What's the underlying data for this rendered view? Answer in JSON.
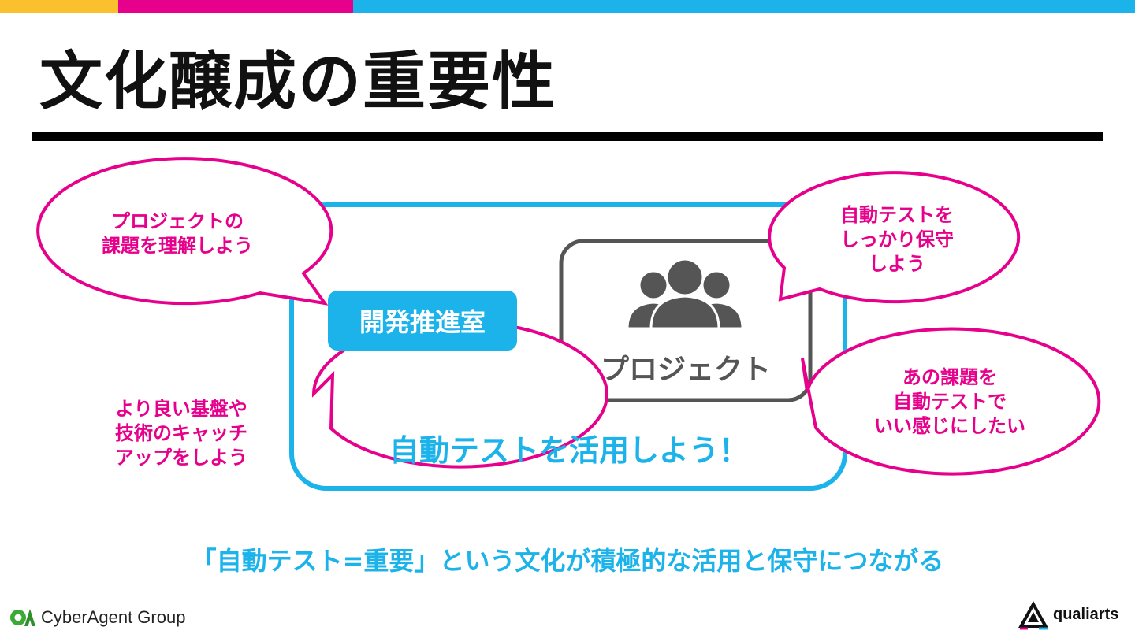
{
  "colors": {
    "accent_blue": "#1cb3ea",
    "accent_pink": "#e6008b",
    "accent_yellow": "#fbc02d",
    "gray": "#555555"
  },
  "slide": {
    "title": "文化醸成の重要性",
    "dev_team_label": "開発推進室",
    "project_label": "プロジェクト",
    "call_to_action": "自動テストを活用しよう！",
    "conclusion": "「自動テスト=重要」という文化が積極的な活用と保守につながる"
  },
  "bubbles": {
    "top_left": "プロジェクトの\n課題を理解しよう",
    "bottom_left": "より良い基盤や\n技術のキャッチ\nアップをしよう",
    "top_right": "自動テストを\nしっかり保守\nしよう",
    "bottom_right": "あの課題を\n自動テストで\nいい感じにしたい"
  },
  "icons": {
    "people": "people-group-icon",
    "ca_logo": "cyberagent-logo-icon",
    "quali_logo": "qualiarts-logo-icon"
  },
  "footer": {
    "left_brand": "CyberAgent Group",
    "right_brand": "qualiarts"
  }
}
